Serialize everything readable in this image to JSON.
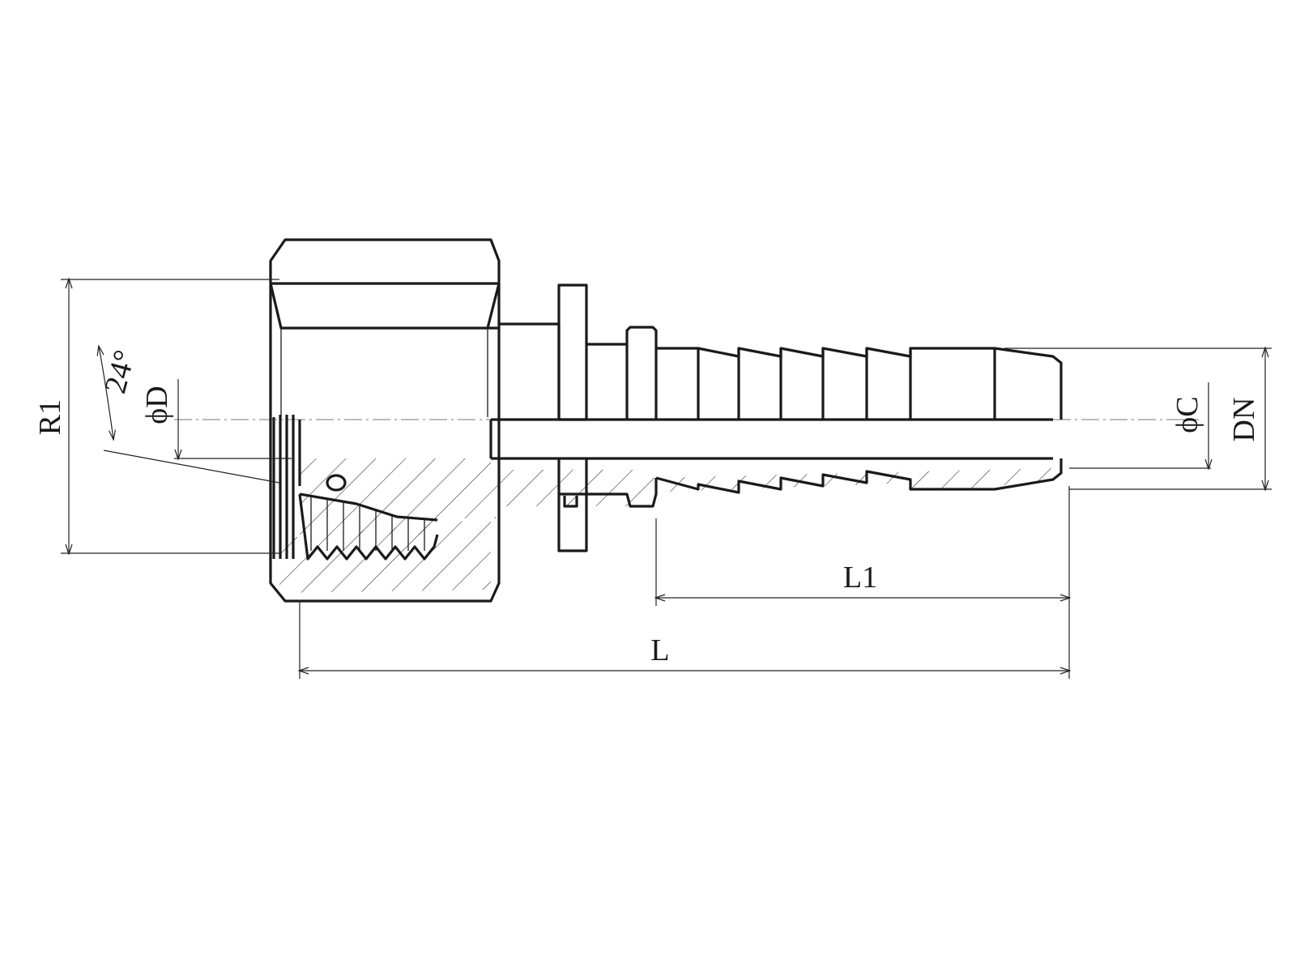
{
  "labels": {
    "r1": "R1",
    "angle": "24°",
    "d": "ϕD",
    "c": "ϕC",
    "dn": "DN",
    "l1": "L1",
    "l": "L"
  }
}
